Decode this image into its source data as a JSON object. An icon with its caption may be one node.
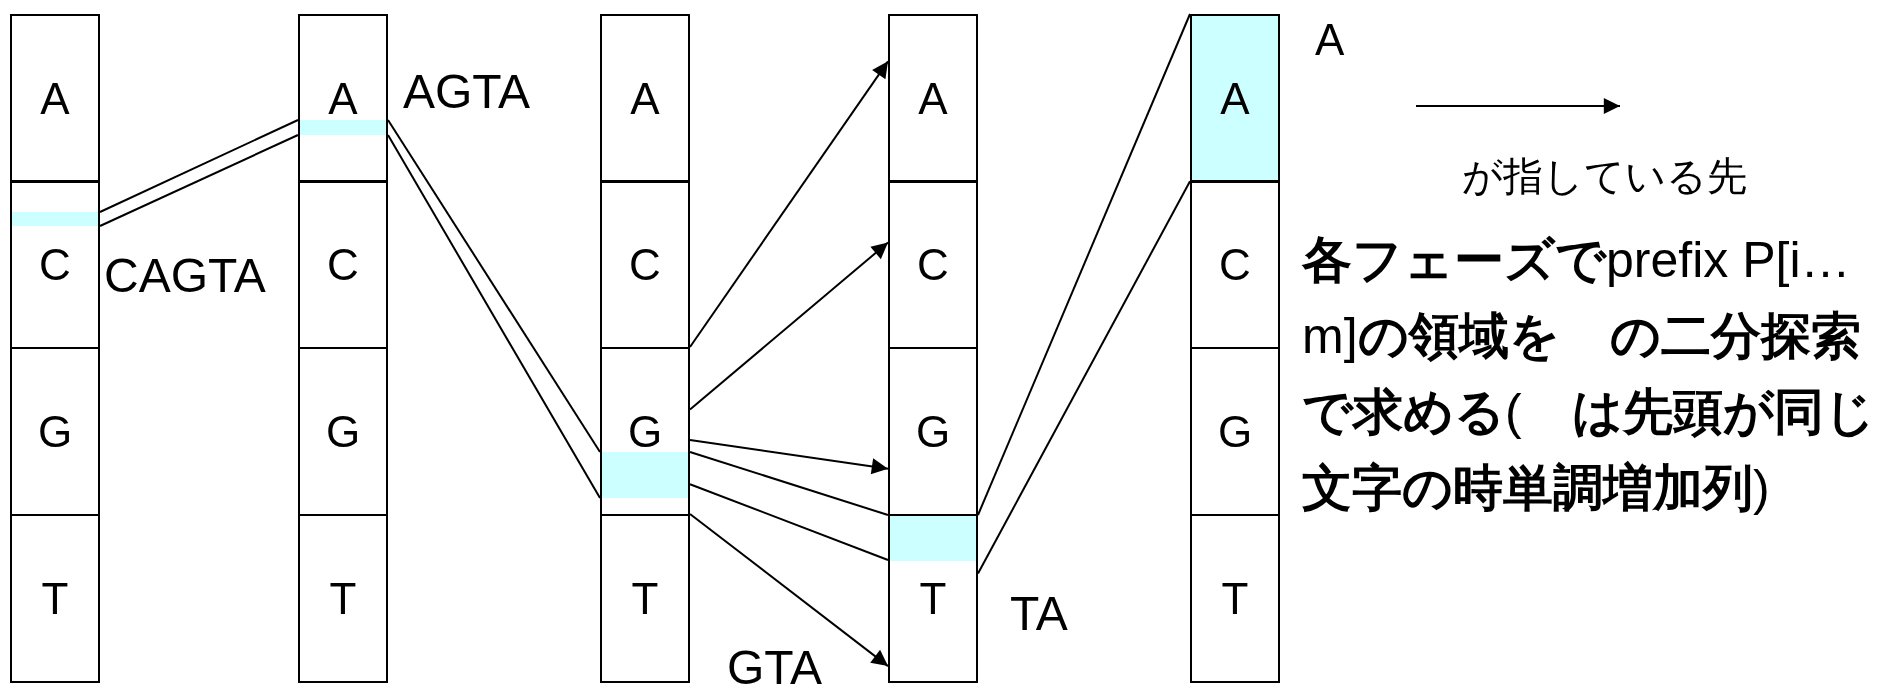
{
  "diagram": {
    "nodes": [
      {
        "text": [
          "A"
        ]
      },
      {
        "text": [
          "C"
        ]
      },
      {
        "text": [
          "G"
        ]
      },
      {
        "text": [
          "T"
        ]
      },
      {
        "text": [
          "A"
        ]
      },
      {
        "text": [
          "C"
        ]
      },
      {
        "text": [
          "G"
        ]
      },
      {
        "text": [
          "T"
        ]
      },
      {
        "text": [
          "A"
        ]
      },
      {
        "text": [
          "C"
        ]
      },
      {
        "text": [
          "G"
        ]
      },
      {
        "text": [
          "T"
        ]
      },
      {
        "text": [
          "A"
        ]
      },
      {
        "text": [
          "C"
        ]
      },
      {
        "text": [
          "G"
        ]
      },
      {
        "text": [
          "T"
        ]
      },
      {
        "text": [
          "A"
        ]
      },
      {
        "text": [
          "C"
        ]
      },
      {
        "text": [
          "G"
        ]
      },
      {
        "text": [
          "T"
        ]
      },
      {
        "text": [],
        "shape": "bar",
        "in": 1
      },
      {
        "text": [],
        "shape": "bar",
        "in": 4
      },
      {
        "text": [],
        "shape": "bar",
        "in": 10
      },
      {
        "text": [],
        "shape": "bar",
        "in": 15
      }
    ],
    "edges": [
      {
        "from": 20,
        "to": 21,
        "arrow": "none"
      },
      {
        "from": 20,
        "to": 21,
        "arrow": "none"
      },
      {
        "from": 21,
        "to": 22,
        "arrow": "none"
      },
      {
        "from": 21,
        "to": 22,
        "arrow": "none"
      },
      {
        "from": 22,
        "to": 23,
        "arrow": "none"
      },
      {
        "from": 22,
        "to": 23,
        "arrow": "none"
      },
      {
        "from": 23,
        "to": 16,
        "arrow": "none"
      },
      {
        "from": 23,
        "to": 16,
        "arrow": "none"
      },
      {
        "from": 10,
        "to": 12,
        "arrow": "to"
      },
      {
        "from": 10,
        "to": 13,
        "arrow": "to"
      },
      {
        "from": 10,
        "to": 14,
        "arrow": "to"
      },
      {
        "from": 11,
        "to": 15,
        "arrow": "to"
      }
    ],
    "labels": [
      "A",
      "AGTA",
      "CAGTA",
      "TA",
      "GTA",
      "**各フェーズで**prefix P[i…m]**の領域を　の二分探索で求める**(　**は先頭が同じ文字の時単調増加列**)"
    ],
    "legend": [
      {
        "text": "が指している先"
      }
    ]
  }
}
